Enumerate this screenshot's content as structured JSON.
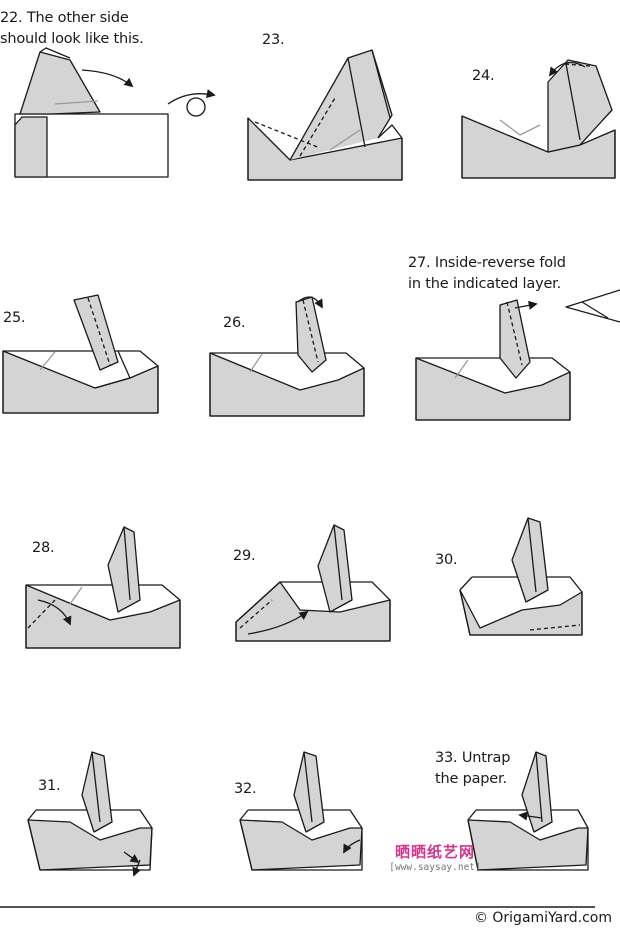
{
  "steps": [
    {
      "id": "step22",
      "label": "22. The other side\nshould look like this."
    },
    {
      "id": "step23",
      "label": "23."
    },
    {
      "id": "step24",
      "label": "24."
    },
    {
      "id": "step25",
      "label": "25."
    },
    {
      "id": "step26",
      "label": "26."
    },
    {
      "id": "step27",
      "label": "27.  Inside-reverse fold\nin the indicated layer."
    },
    {
      "id": "step28",
      "label": "28."
    },
    {
      "id": "step29",
      "label": "29."
    },
    {
      "id": "step30",
      "label": "30."
    },
    {
      "id": "step31",
      "label": "31."
    },
    {
      "id": "step32",
      "label": "32."
    },
    {
      "id": "step33",
      "label": "33. Untrap\nthe paper."
    }
  ],
  "footer": {
    "copyright": "© OrigamiYard.com"
  },
  "watermark": {
    "chinese": "晒晒纸艺网",
    "url": "[www.saysay.net]"
  },
  "colors": {
    "paper_gray": "#d4d4d4",
    "line": "#1a1a1a",
    "watermark": "#d2358b"
  }
}
